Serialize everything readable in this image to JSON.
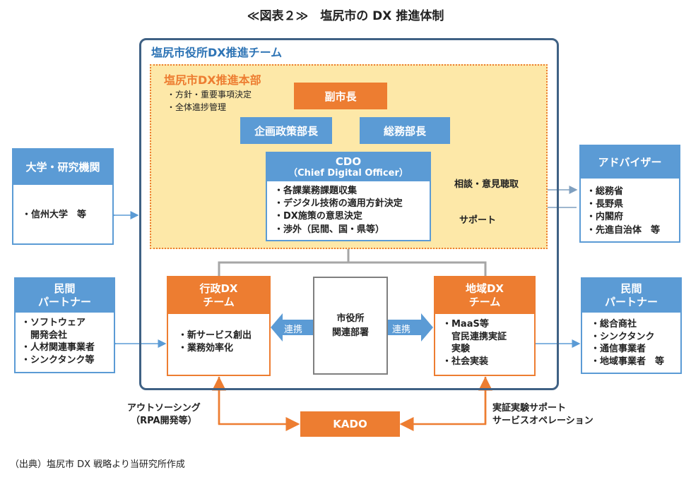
{
  "title": "≪図表２≫　塩尻市の DX 推進体制",
  "outer_team": "塩尻市役所DX推進チーム",
  "hq": {
    "title": "塩尻市DX推進本部",
    "notes": [
      "・方針・重要事項決定",
      "・全体進捗管理"
    ]
  },
  "vice_mayor": "副市長",
  "planning_director": "企画政策部長",
  "general_affairs_director": "総務部長",
  "cdo": {
    "title": "CDO",
    "subtitle": "（Chief Digital Officer）",
    "items": [
      "・各課業務課題収集",
      "・デジタル技術の適用方針決定",
      "・DX施策の意思決定",
      "・渉外（民間、国・県等）"
    ]
  },
  "consult_label": "相談・意見聴取",
  "support_label": "サポート",
  "university": {
    "title": "大学・研究機関",
    "items": [
      "・信州大学　等"
    ]
  },
  "advisor": {
    "title": "アドバイザー",
    "items": [
      "・総務省",
      "・長野県",
      "・内閣府",
      "・先進自治体　等"
    ]
  },
  "partner_left": {
    "title_lines": [
      "民間",
      "パートナー"
    ],
    "items": [
      "・ソフトウェア",
      "　開発会社",
      "・人材関連事業者",
      "・シンクタンク等"
    ]
  },
  "partner_right": {
    "title_lines": [
      "民間",
      "パートナー"
    ],
    "items": [
      "・総合商社",
      "・シンクタンク",
      "・通信事業者",
      "・地域事業者　等"
    ]
  },
  "admin_team": {
    "title_lines": [
      "行政DX",
      "チーム"
    ],
    "items": [
      "・新サービス創出",
      "・業務効率化"
    ]
  },
  "region_team": {
    "title_lines": [
      "地域DX",
      "チーム"
    ],
    "items": [
      "・MaaS等",
      "　官民連携実証",
      "　実験",
      "・社会実装"
    ]
  },
  "city_depts": [
    "市役所",
    "関連部署"
  ],
  "link_label_left": "連携",
  "link_label_right": "連携",
  "kado": "KADO",
  "outsourcing": [
    "アウトソーシング",
    "（RPA開発等）"
  ],
  "demo_support": [
    "実証実験サポート",
    "サービスオペレーション"
  ],
  "source": "（出典）塩尻市 DX 戦略より当研究所作成",
  "colors": {
    "orange": "#ed7d31",
    "blue": "#5b9bd5",
    "navy": "#3f6184",
    "yellow": "#fde8a8"
  }
}
